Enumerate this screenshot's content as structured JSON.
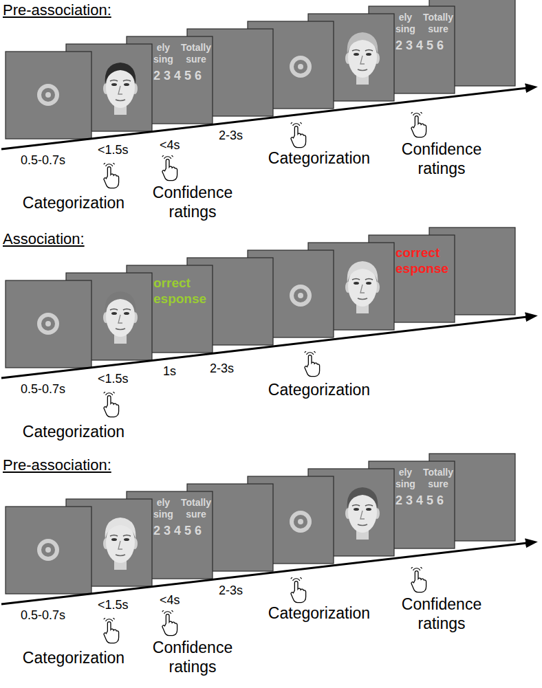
{
  "diagram": {
    "nodes": [
      {
        "text": [
          "ely sing",
          "Totally sure",
          "2 3 4 5 6"
        ]
      },
      {
        "text": [
          "ely sing",
          "Totally sure",
          "2 3 4 5 6"
        ]
      },
      {
        "text": [
          "orrect esponse"
        ]
      },
      {
        "text": [
          "correct esponse"
        ]
      },
      {
        "text": [
          "ely sing",
          "Totally sure",
          "2 3 4 5 6"
        ]
      },
      {
        "text": [
          "ely sing",
          "Totally sure",
          "2 3 4 5 6"
        ]
      }
    ],
    "labels": [
      "Pre-association:",
      "0.5-0.7s",
      "<1.5s",
      "Categorization",
      "<4s",
      "Confidence ratings",
      "2-3s",
      "Categorization",
      "Confidence ratings",
      "Association:",
      "0.5-0.7s",
      "<1.5s",
      "Categorization",
      "1s",
      "2-3s",
      "Categorization",
      "Pre-association:",
      "0.5-0.7s",
      "<1.5s",
      "Categorization",
      "<4s",
      "Confidence ratings",
      "2-3s",
      "Categorization",
      "Confidence ratings"
    ]
  }
}
